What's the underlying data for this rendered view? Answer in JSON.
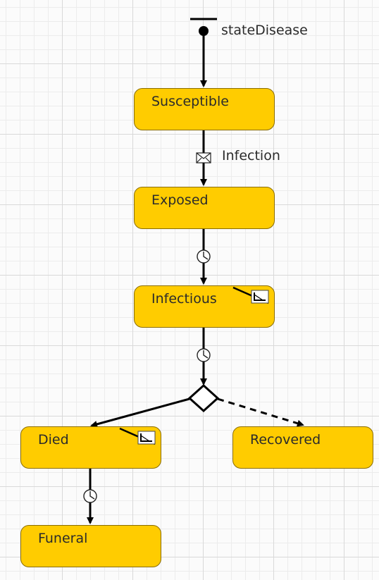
{
  "diagram": {
    "initial_label": "stateDisease",
    "states": {
      "susceptible": "Susceptible",
      "exposed": "Exposed",
      "infectious": "Infectious",
      "died": "Died",
      "recovered": "Recovered",
      "funeral": "Funeral"
    },
    "transitions": {
      "infection_label": "Infection"
    }
  },
  "colors": {
    "state_fill": "#ffcc00",
    "edge": "#000000"
  },
  "icons": {
    "message": "envelope-icon",
    "timeout": "clock-icon",
    "branch": "diamond-icon",
    "entry_action": "entry-action-icon"
  }
}
